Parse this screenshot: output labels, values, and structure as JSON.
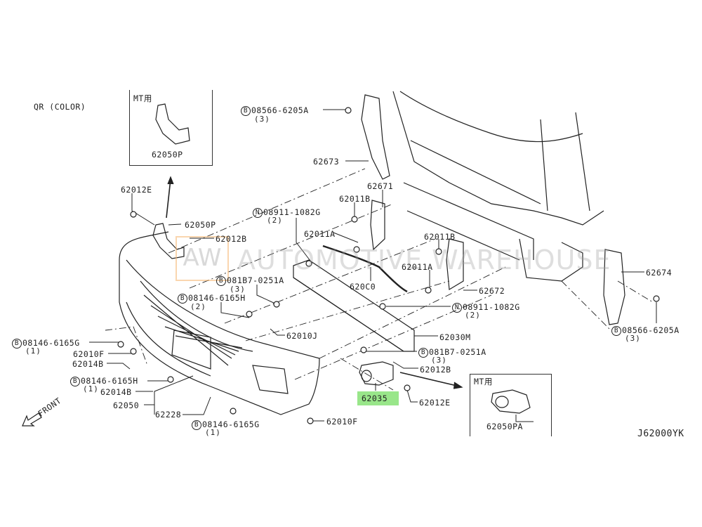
{
  "diagram_id": "J62000YK",
  "variant": "QR (COLOR)",
  "watermark": {
    "logo": "AW",
    "text": "AUTOMOTIVE WAREHOUSE"
  },
  "highlight_color": "#99e68a",
  "insets": [
    {
      "title": "MT用",
      "part": "62050P"
    },
    {
      "title": "MT用",
      "part": "62050PA"
    }
  ],
  "front_label": "FRONT",
  "labels": [
    {
      "prefix": "",
      "text": "62012E"
    },
    {
      "prefix": "",
      "text": "62050P"
    },
    {
      "prefix": "",
      "text": "62012B"
    },
    {
      "prefix": "B",
      "text": "08566-6205A",
      "qty": "(3)"
    },
    {
      "prefix": "",
      "text": "62673"
    },
    {
      "prefix": "",
      "text": "62671"
    },
    {
      "prefix": "",
      "text": "62011B"
    },
    {
      "prefix": "N",
      "text": "08911-1082G",
      "qty": "(2)"
    },
    {
      "prefix": "",
      "text": "62011A"
    },
    {
      "prefix": "",
      "text": "62011B"
    },
    {
      "prefix": "",
      "text": "62011A"
    },
    {
      "prefix": "",
      "text": "620C0"
    },
    {
      "prefix": "",
      "text": "62672"
    },
    {
      "prefix": "N",
      "text": "08911-1082G",
      "qty": "(2)"
    },
    {
      "prefix": "",
      "text": "62030M"
    },
    {
      "prefix": "B",
      "text": "081B7-0251A",
      "qty": "(3)"
    },
    {
      "prefix": "",
      "text": "62012B"
    },
    {
      "prefix": "",
      "text": "62035",
      "highlighted": true
    },
    {
      "prefix": "",
      "text": "62012E"
    },
    {
      "prefix": "",
      "text": "62674"
    },
    {
      "prefix": "B",
      "text": "08566-6205A",
      "qty": "(3)"
    },
    {
      "prefix": "B",
      "text": "081B7-0251A",
      "qty": "(3)"
    },
    {
      "prefix": "B",
      "text": "08146-6165H",
      "qty": "(2)"
    },
    {
      "prefix": "",
      "text": "62010J"
    },
    {
      "prefix": "B",
      "text": "08146-6165G",
      "qty": "(1)"
    },
    {
      "prefix": "",
      "text": "62010F"
    },
    {
      "prefix": "",
      "text": "62014B"
    },
    {
      "prefix": "B",
      "text": "08146-6165H",
      "qty": "(1)"
    },
    {
      "prefix": "",
      "text": "62014B"
    },
    {
      "prefix": "",
      "text": "62050"
    },
    {
      "prefix": "",
      "text": "62228"
    },
    {
      "prefix": "B",
      "text": "08146-6165G",
      "qty": "(1)"
    },
    {
      "prefix": "",
      "text": "62010F"
    }
  ]
}
